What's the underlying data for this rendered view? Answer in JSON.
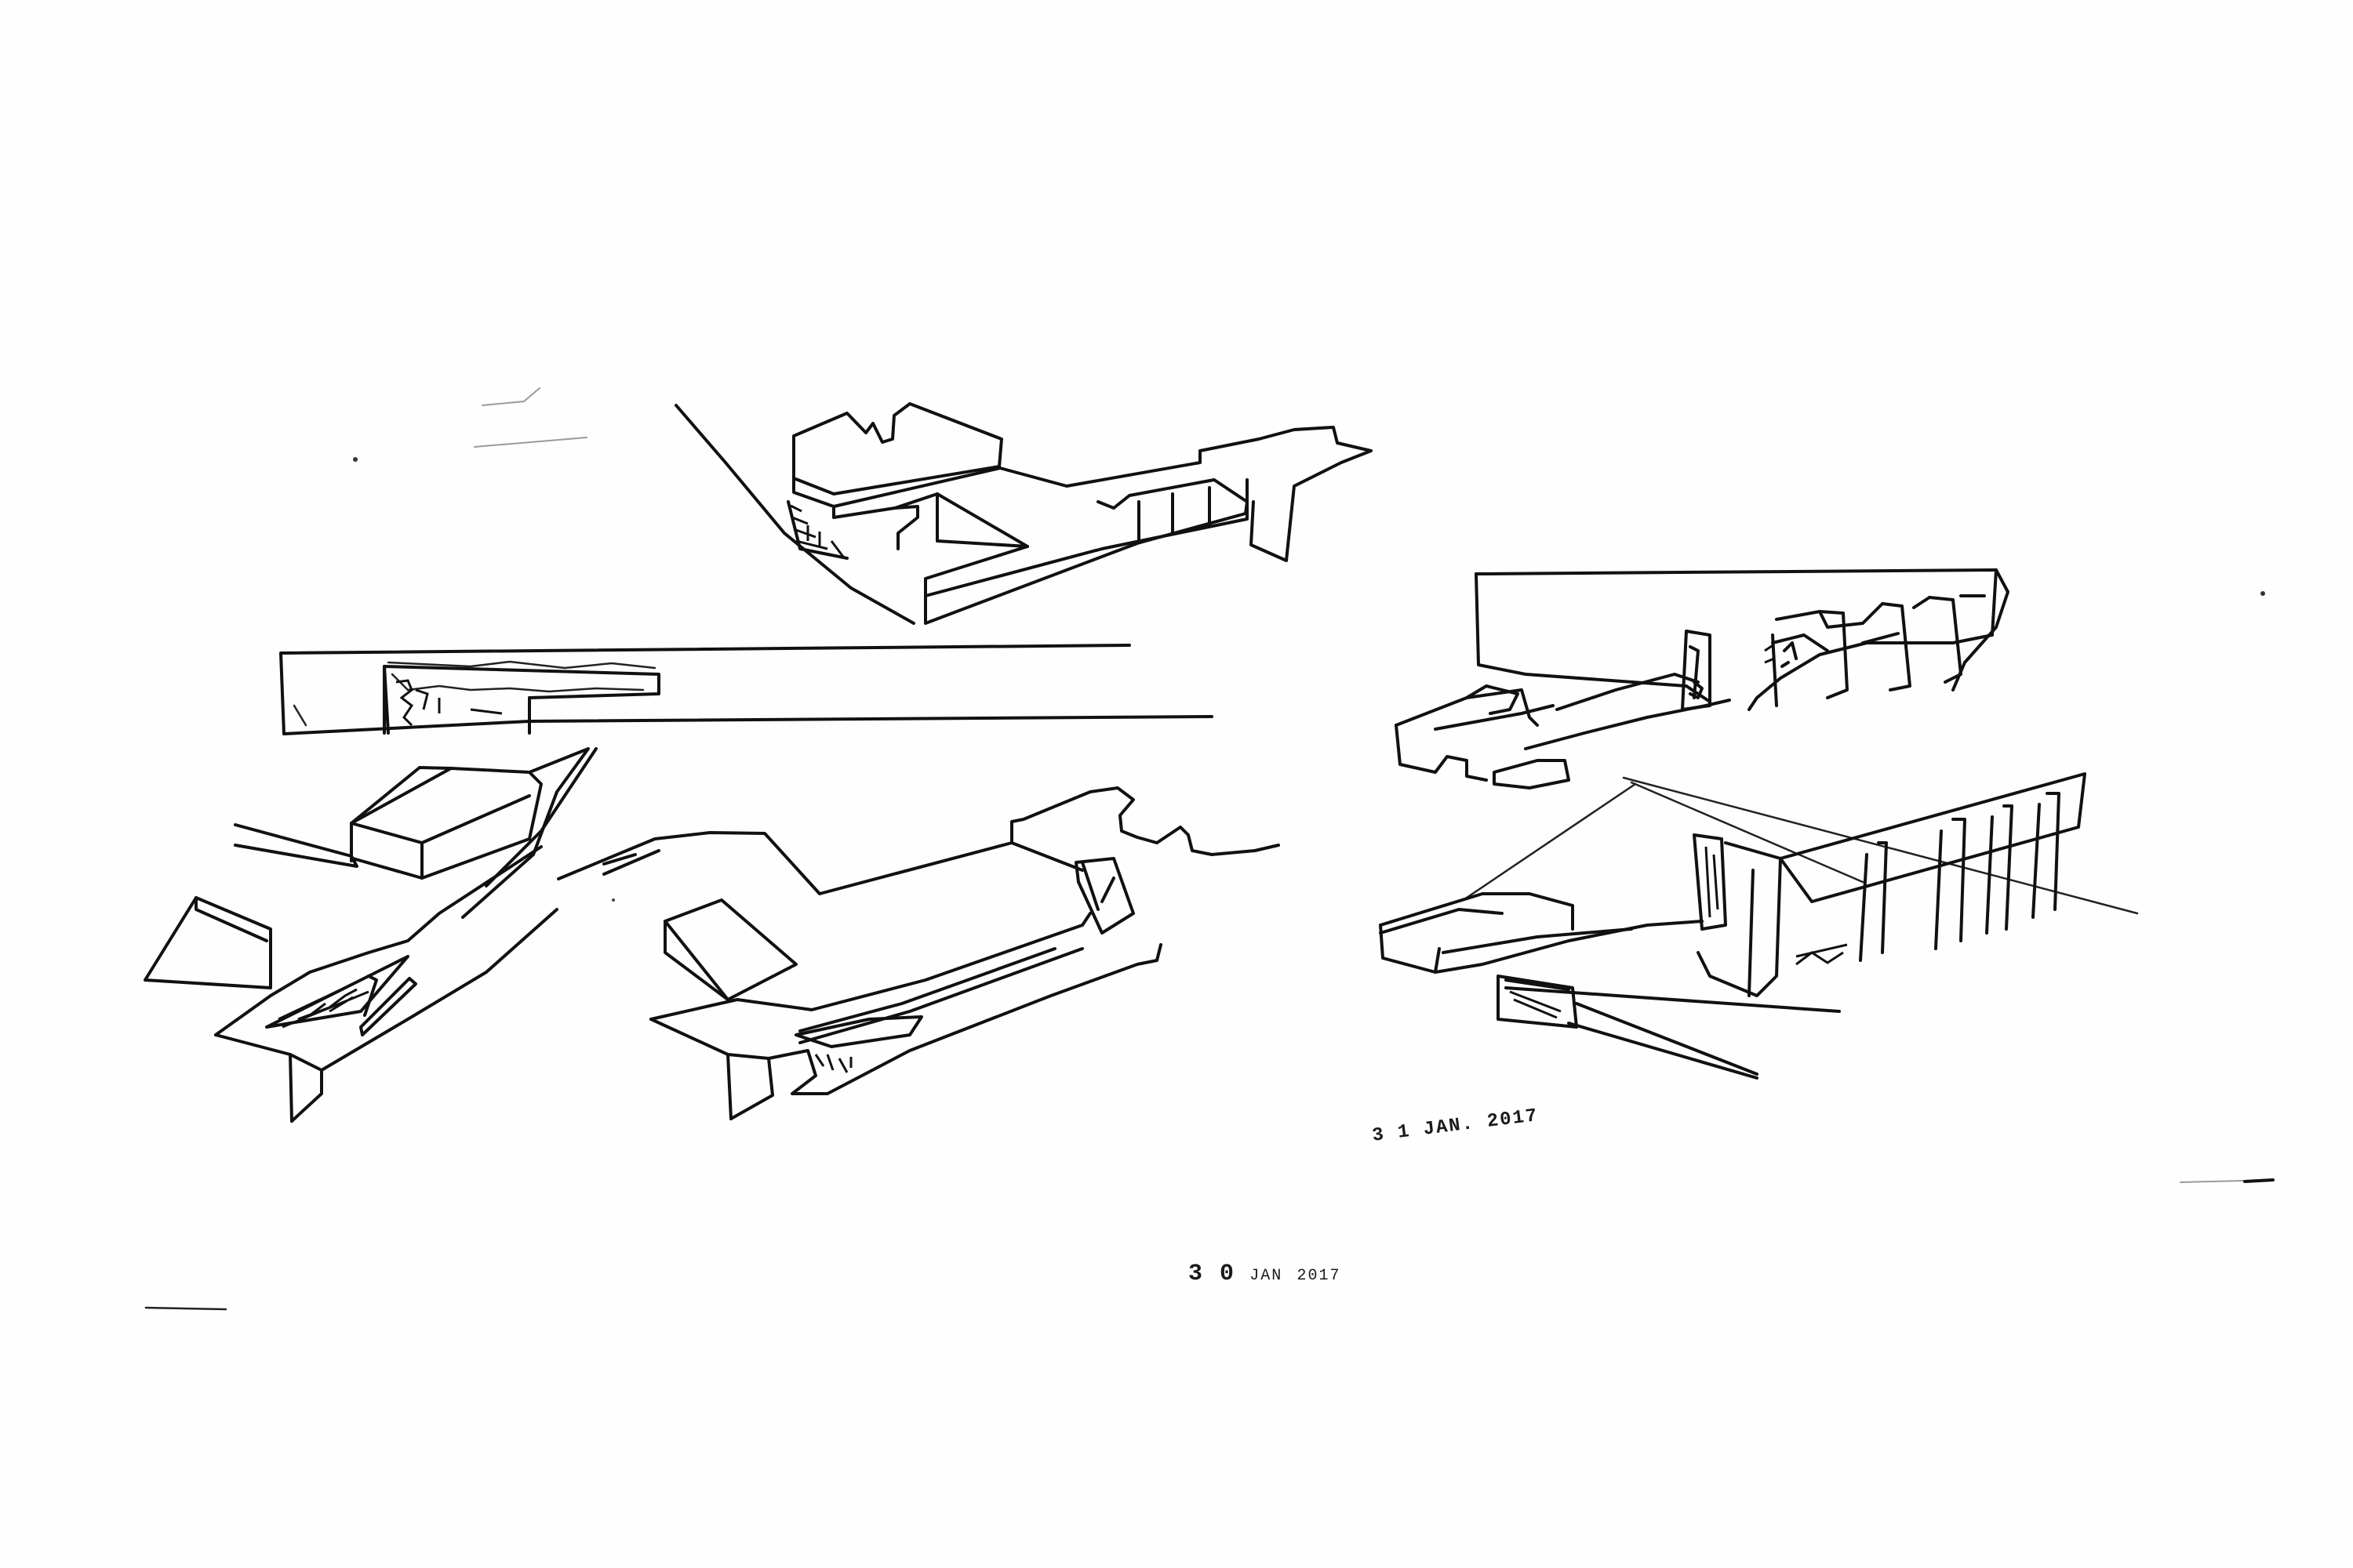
{
  "stamps": {
    "left": {
      "day": "3 0",
      "month": "JAN",
      "year": "2017"
    },
    "right": {
      "day": "3 1",
      "month": "JAN.",
      "year": "2017"
    }
  },
  "sketches": [
    {
      "id": "top-center-axonometric"
    },
    {
      "id": "elongated-section-box"
    },
    {
      "id": "lower-left-axonometric"
    },
    {
      "id": "lower-center-axonometric"
    },
    {
      "id": "right-upper-axonometric"
    },
    {
      "id": "right-lower-axonometric"
    }
  ],
  "colors": {
    "paper": "#fefefe",
    "ink": "#111111"
  }
}
